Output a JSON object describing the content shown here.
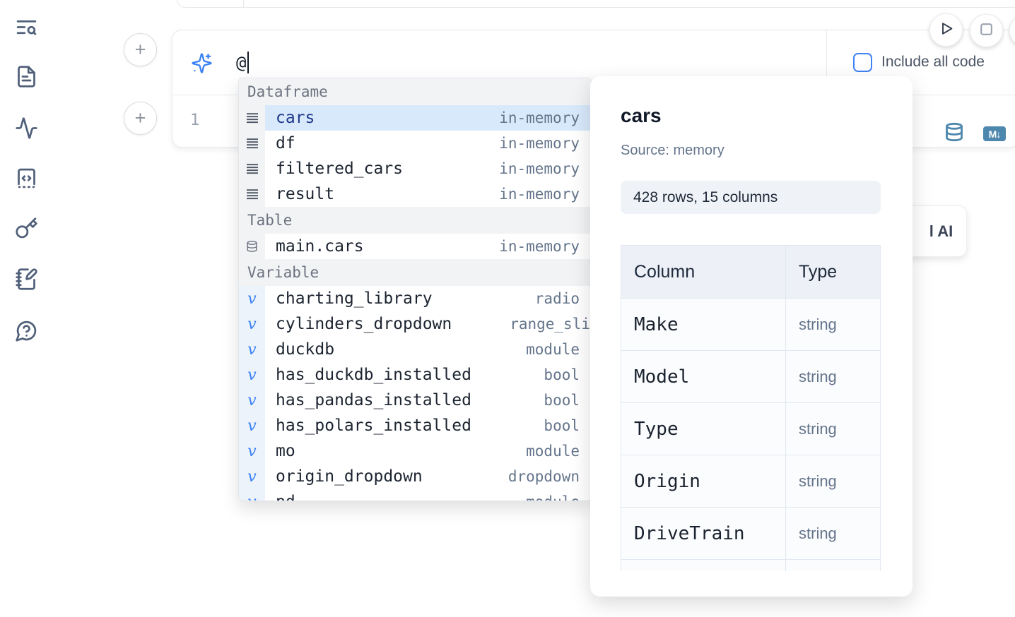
{
  "sidebar": {
    "items": [
      {
        "icon": "list-search-icon"
      },
      {
        "icon": "file-text-icon"
      },
      {
        "icon": "activity-icon"
      },
      {
        "icon": "snippets-code-icon"
      },
      {
        "icon": "key-icon"
      },
      {
        "icon": "notebook-pen-icon"
      },
      {
        "icon": "help-chat-icon"
      }
    ]
  },
  "toolbar": {
    "run_icon": "play-icon",
    "stop_icon": "stop-icon"
  },
  "plus_buttons": {
    "label": "+"
  },
  "ai_input": {
    "icon": "sparkles-icon",
    "value": "@"
  },
  "include_code": {
    "label": "Include all code",
    "checked": false
  },
  "editor": {
    "line_number": "1"
  },
  "cell_actions": {
    "icons": [
      "database-icon",
      "markdown-icon"
    ],
    "markdown_badge": "M↓"
  },
  "autocomplete": {
    "sections": [
      {
        "label": "Dataframe",
        "items": [
          {
            "name": "cars",
            "type": "in-memory",
            "selected": true
          },
          {
            "name": "df",
            "type": "in-memory"
          },
          {
            "name": "filtered_cars",
            "type": "in-memory"
          },
          {
            "name": "result",
            "type": "in-memory"
          }
        ]
      },
      {
        "label": "Table",
        "items": [
          {
            "name": "main.cars",
            "type": "in-memory"
          }
        ]
      },
      {
        "label": "Variable",
        "items": [
          {
            "name": "charting_library",
            "type": "radio"
          },
          {
            "name": "cylinders_dropdown",
            "type": "range_sli"
          },
          {
            "name": "duckdb",
            "type": "module"
          },
          {
            "name": "has_duckdb_installed",
            "type": "bool"
          },
          {
            "name": "has_pandas_installed",
            "type": "bool"
          },
          {
            "name": "has_polars_installed",
            "type": "bool"
          },
          {
            "name": "mo",
            "type": "module"
          },
          {
            "name": "origin_dropdown",
            "type": "dropdown"
          },
          {
            "name": "pd",
            "type": "module",
            "clipped": true
          }
        ]
      }
    ]
  },
  "preview": {
    "title": "cars",
    "source": "Source: memory",
    "shape": "428 rows, 15 columns",
    "table": {
      "headers": [
        "Column",
        "Type"
      ],
      "rows": [
        [
          "Make",
          "string"
        ],
        [
          "Model",
          "string"
        ],
        [
          "Type",
          "string"
        ],
        [
          "Origin",
          "string"
        ],
        [
          "DriveTrain",
          "string"
        ],
        [
          "",
          ""
        ]
      ]
    }
  },
  "ai_button": {
    "visible_label": "l AI"
  },
  "colors": {
    "accent_blue": "#3f83f8",
    "sparkle_blue": "#3b82f6",
    "steel_blue": "#4e87ae",
    "selection_bg": "#d8e9fb",
    "selected_text": "#1e3a8a",
    "muted_text": "#64748b",
    "icon_slate": "#51607a"
  }
}
